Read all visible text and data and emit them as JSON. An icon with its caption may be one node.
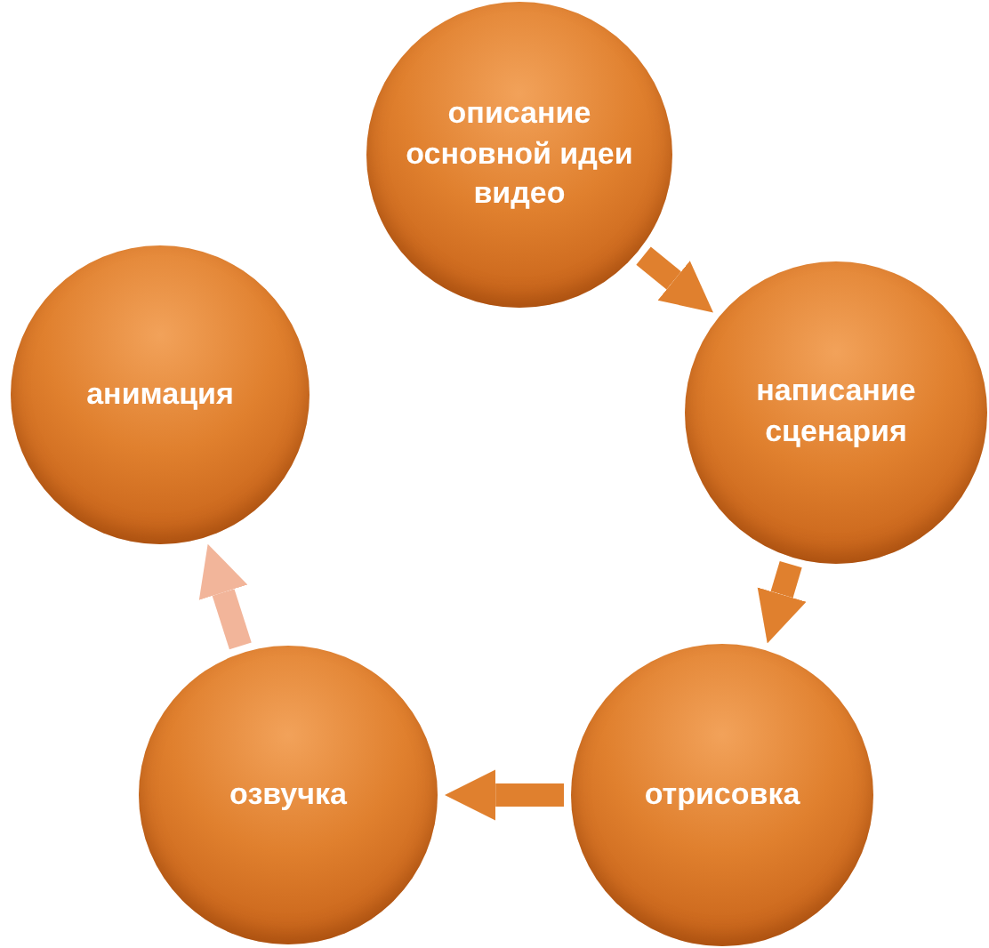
{
  "diagram": {
    "nodes": [
      {
        "text": [
          "описание основной идеи видео"
        ]
      },
      {
        "text": [
          "написание сценария"
        ]
      },
      {
        "text": [
          "отрисовка"
        ]
      },
      {
        "text": [
          "озвучка"
        ]
      },
      {
        "text": [
          "анимация"
        ]
      }
    ],
    "edges": [
      {
        "from": 0,
        "to": 1,
        "arrow": "to"
      },
      {
        "from": 1,
        "to": 2,
        "arrow": "to"
      },
      {
        "from": 2,
        "to": 3,
        "arrow": "to"
      },
      {
        "from": 3,
        "to": 4,
        "arrow": "to",
        "color": "#f2b59a"
      }
    ]
  }
}
